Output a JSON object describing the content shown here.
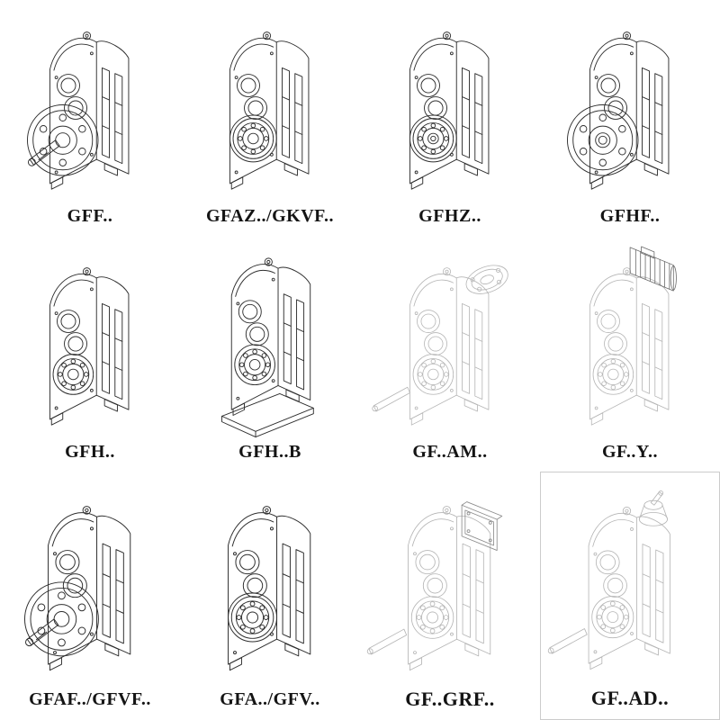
{
  "page": {
    "title": "Gear unit model catalog"
  },
  "palette": {
    "background": "#ffffff",
    "ink": "#2e2e2e",
    "light_ink": "#b5b5b5",
    "label_color": "#141414",
    "cell_border": "#cccccc"
  },
  "catalog": {
    "items": [
      {
        "label": "GFF..",
        "drawing": "flange-output-with-solid-shaft",
        "line_style": "solid"
      },
      {
        "label": "GFAZ../GKVF..",
        "drawing": "hollow-output-shaft",
        "line_style": "solid"
      },
      {
        "label": "GFHZ..",
        "drawing": "hollow-shaft-shrink-disc",
        "line_style": "solid"
      },
      {
        "label": "GFHF..",
        "drawing": "hollow-shaft-with-flange",
        "line_style": "solid"
      },
      {
        "label": "GFH..",
        "drawing": "foot-mounted-unit",
        "line_style": "solid"
      },
      {
        "label": "GFH..B",
        "drawing": "foot-mounted-unit-with-base",
        "line_style": "solid"
      },
      {
        "label": "GF..AM..",
        "drawing": "unit-with-motor-adapter-flange",
        "line_style": "light"
      },
      {
        "label": "GF..Y..",
        "drawing": "unit-with-mounted-motor",
        "line_style": "light"
      },
      {
        "label": "GFAF../GFVF..",
        "drawing": "flange-output-with-solid-shaft",
        "line_style": "solid"
      },
      {
        "label": "GFA../GFV..",
        "drawing": "hollow-output-shaft",
        "line_style": "solid"
      },
      {
        "label": "GF..GRF..",
        "drawing": "unit-with-input-cover-box",
        "line_style": "light"
      },
      {
        "label": "GF..AD..",
        "drawing": "unit-with-input-shaft-adapter",
        "line_style": "light"
      }
    ]
  }
}
